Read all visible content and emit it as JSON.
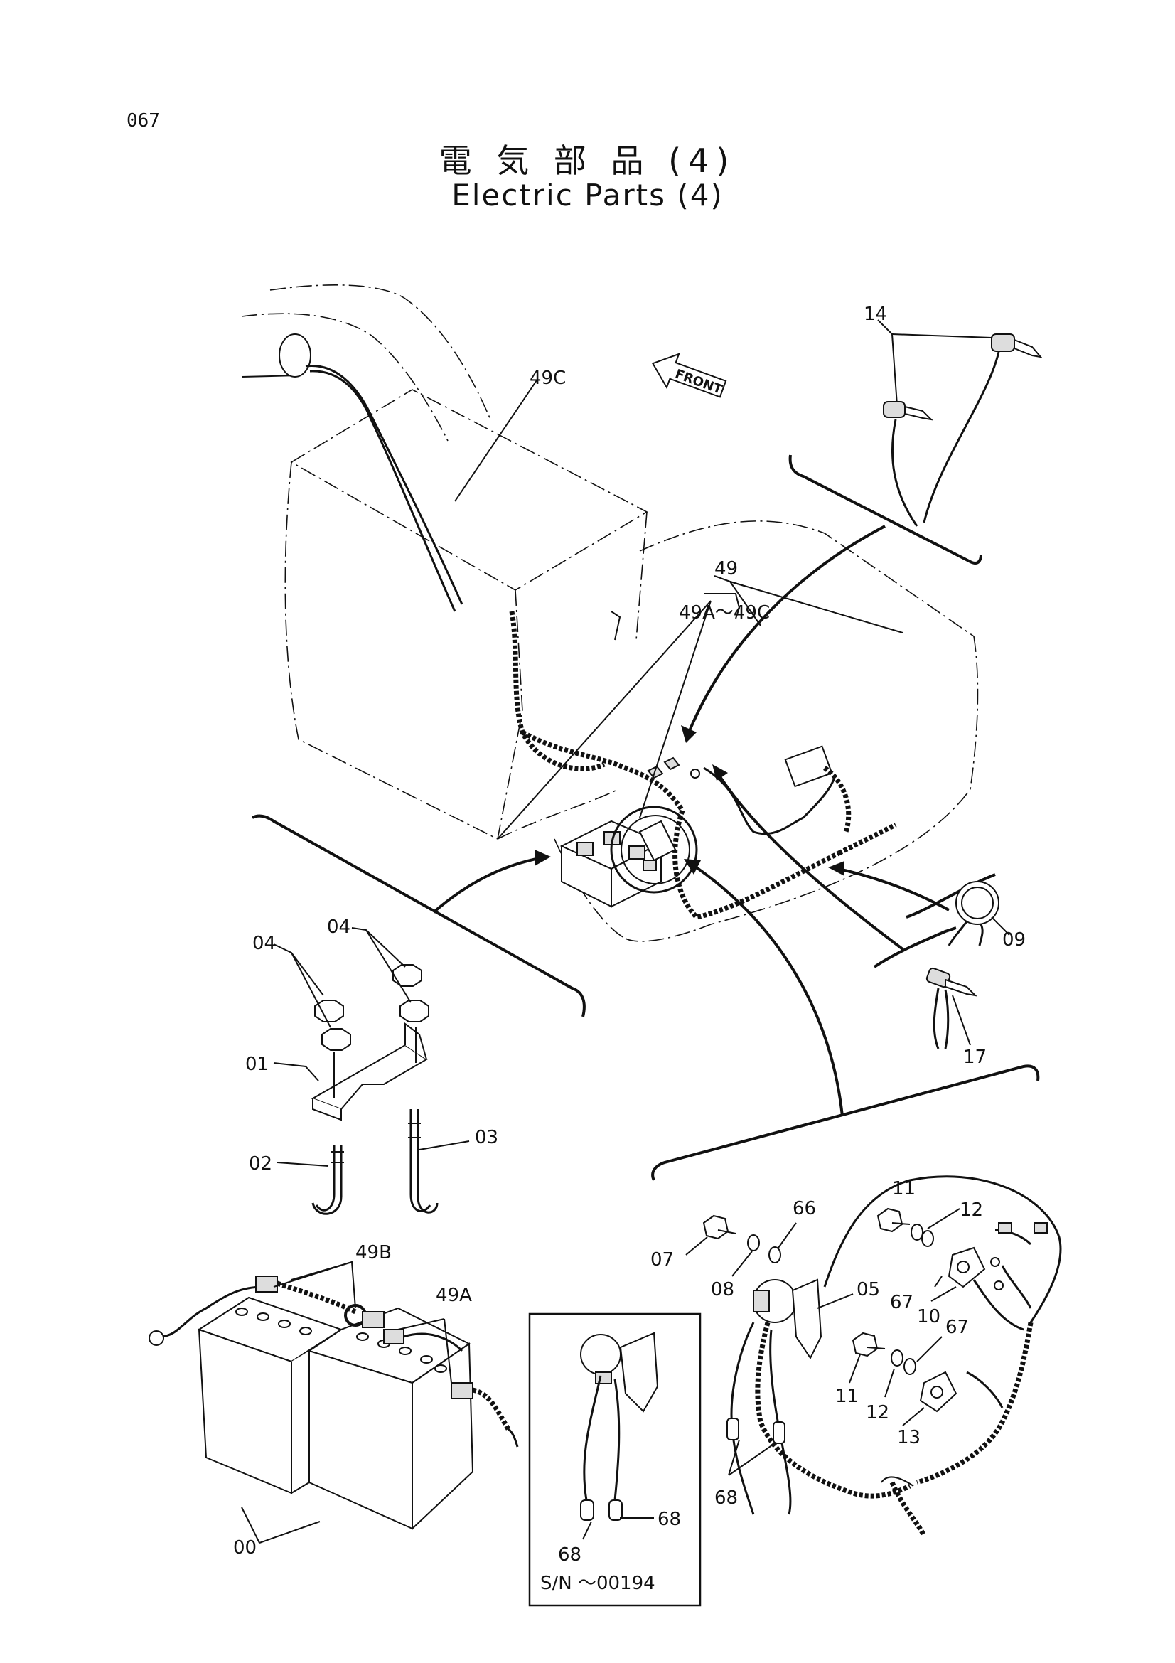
{
  "page_number": "067",
  "title_jp": "電 気 部 品 (4)",
  "title_en": "Electric Parts (4)",
  "front_label": "FRONT",
  "serial_note": "S/N ～00194",
  "labels": {
    "l49c": "49C",
    "l49": "49",
    "l49range": "49A～49C",
    "l14": "14",
    "l09": "09",
    "l17": "17",
    "l04a": "04",
    "l04b": "04",
    "l01": "01",
    "l02": "02",
    "l03": "03",
    "l49b": "49B",
    "l49a": "49A",
    "l00": "00",
    "l07": "07",
    "l08": "08",
    "l66": "66",
    "l05": "05",
    "l11a": "11",
    "l12a": "12",
    "l67a": "67",
    "l10": "10",
    "l67b": "67",
    "l11b": "11",
    "l12b": "12",
    "l13": "13",
    "l68a": "68",
    "l68b": "68",
    "l68c": "68"
  }
}
